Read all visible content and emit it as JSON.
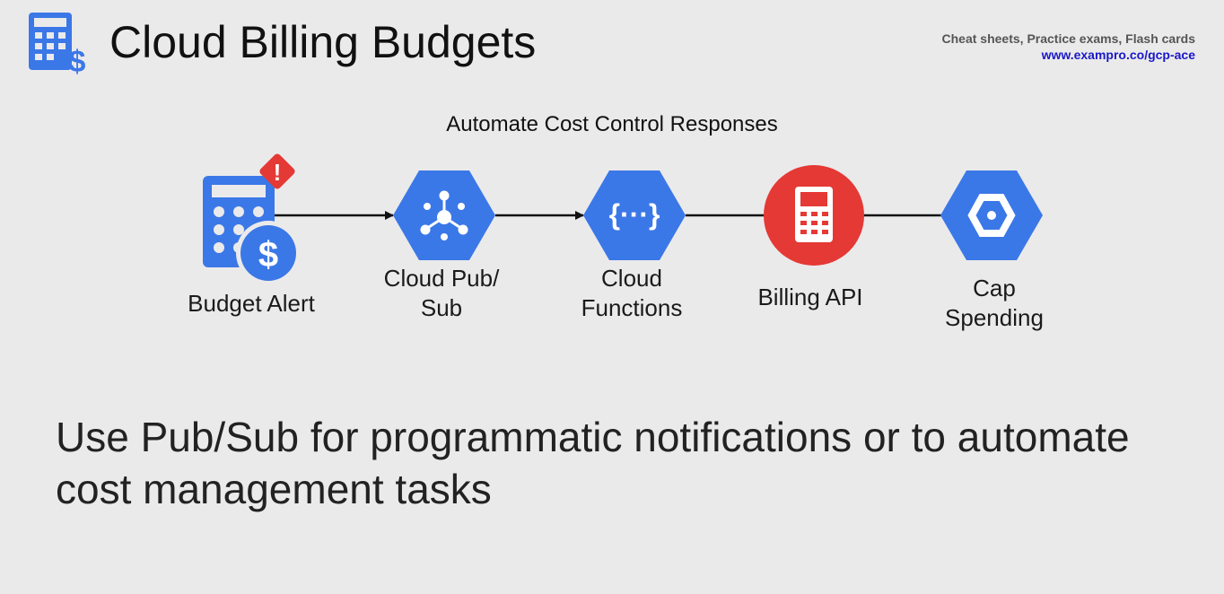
{
  "header": {
    "title": "Cloud Billing Budgets",
    "promo_line1": "Cheat sheets, Practice exams, Flash cards",
    "promo_line2": "www.exampro.co/gcp-ace"
  },
  "diagram": {
    "subtitle": "Automate Cost Control Responses",
    "nodes": [
      {
        "label": "Budget Alert",
        "icon": "budget-alert-icon"
      },
      {
        "label": "Cloud Pub/\nSub",
        "icon": "pubsub-icon"
      },
      {
        "label": "Cloud\nFunctions",
        "icon": "cloud-functions-icon"
      },
      {
        "label": "Billing API",
        "icon": "billing-api-icon"
      },
      {
        "label": "Cap\nSpending",
        "icon": "cap-spending-icon"
      }
    ]
  },
  "body": {
    "text": "Use Pub/Sub for programmatic notifications or to automate cost management tasks"
  },
  "colors": {
    "google_blue": "#3b78e7",
    "alert_red": "#e53935",
    "background": "#ebeaeb"
  }
}
